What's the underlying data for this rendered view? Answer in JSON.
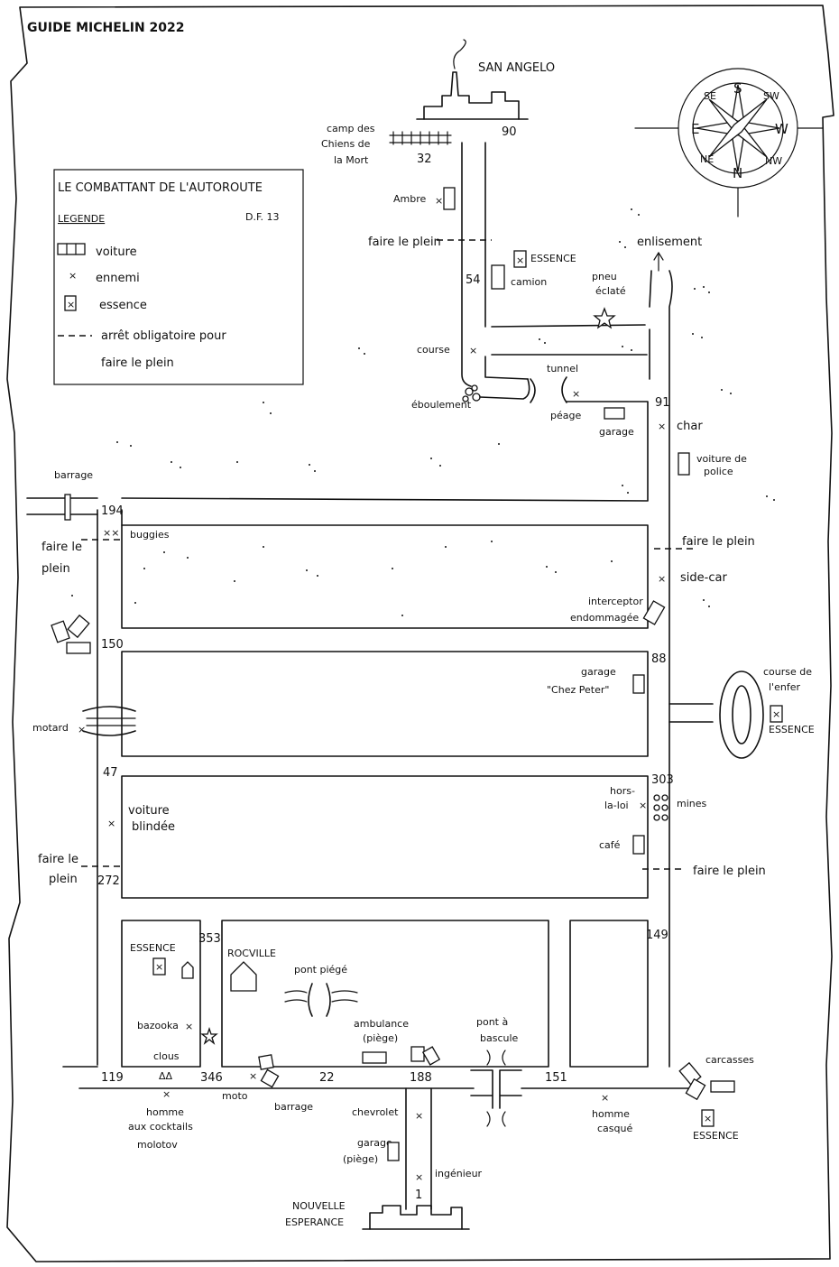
{
  "header": {
    "guide_title": "GUIDE MICHELIN 2022"
  },
  "legend": {
    "title": "LE COMBATTANT DE L'AUTOROUTE",
    "subtitle": "LEGENDE",
    "ref": "D.F. 13",
    "items": [
      {
        "symbol": "car",
        "label": "voiture"
      },
      {
        "symbol": "x",
        "label": "ennemi"
      },
      {
        "symbol": "fuel",
        "label": "essence"
      },
      {
        "symbol": "dash",
        "label": "arrêt obligatoire pour"
      }
    ],
    "dash_label_2": "faire le plein"
  },
  "compass": {
    "N": "N",
    "S": "S",
    "E": "E",
    "W": "W",
    "NE": "NE",
    "NW": "NW",
    "SE": "SE",
    "SW": "SW"
  },
  "towns": {
    "north": "SAN ANGELO",
    "south_1": "NOUVELLE",
    "south_2": "ESPERANCE",
    "west": "ROCVILLE"
  },
  "mileposts": {
    "m90": "90",
    "m32": "32",
    "m54": "54",
    "m91": "91",
    "m194": "194",
    "m150": "150",
    "m88": "88",
    "m47": "47",
    "m303": "303",
    "m272": "272",
    "m353": "353",
    "m149": "149",
    "m119": "119",
    "m346": "346",
    "m22": "22",
    "m188": "188",
    "m151": "151",
    "m1": "1"
  },
  "refuel_label_1": "faire le",
  "refuel_label_2": "plein",
  "refuel_inline": "faire le plein",
  "places": {
    "camp_1": "camp des",
    "camp_2": "Chiens de",
    "camp_3": "la Mort",
    "ambre": "Ambre",
    "essence": "ESSENCE",
    "camion": "camion",
    "pneu_1": "pneu",
    "pneu_2": "éclaté",
    "enlisement": "enlisement",
    "course": "course",
    "tunnel": "tunnel",
    "eboulement": "éboulement",
    "peage": "péage",
    "garage": "garage",
    "char": "char",
    "police_1": "voiture de",
    "police_2": "police",
    "barrage": "barrage",
    "buggies": "buggies",
    "sidecar": "side-car",
    "interceptor_1": "interceptor",
    "interceptor_2": "endommagée",
    "chez_peter": "\"Chez Peter\"",
    "course_enfer_1": "course de",
    "course_enfer_2": "l'enfer",
    "motard": "motard",
    "blindee_1": "voiture",
    "blindee_2": "blindée",
    "horsloi_1": "hors-",
    "horsloi_2": "la-loi",
    "mines": "mines",
    "cafe": "café",
    "bazooka": "bazooka",
    "clous": "clous",
    "pont_piege": "pont piégé",
    "ambulance_1": "ambulance",
    "ambulance_2": "(piège)",
    "pont_bascule_1": "pont à",
    "pont_bascule_2": "bascule",
    "carcasses": "carcasses",
    "moto": "moto",
    "molotov_1": "homme",
    "molotov_2": "aux cocktails",
    "molotov_3": "molotov",
    "chevrolet": "chevrolet",
    "garage_piege_1": "garage",
    "garage_piege_2": "(piège)",
    "ingenieur": "ingénieur",
    "casque_1": "homme",
    "casque_2": "casqué"
  }
}
